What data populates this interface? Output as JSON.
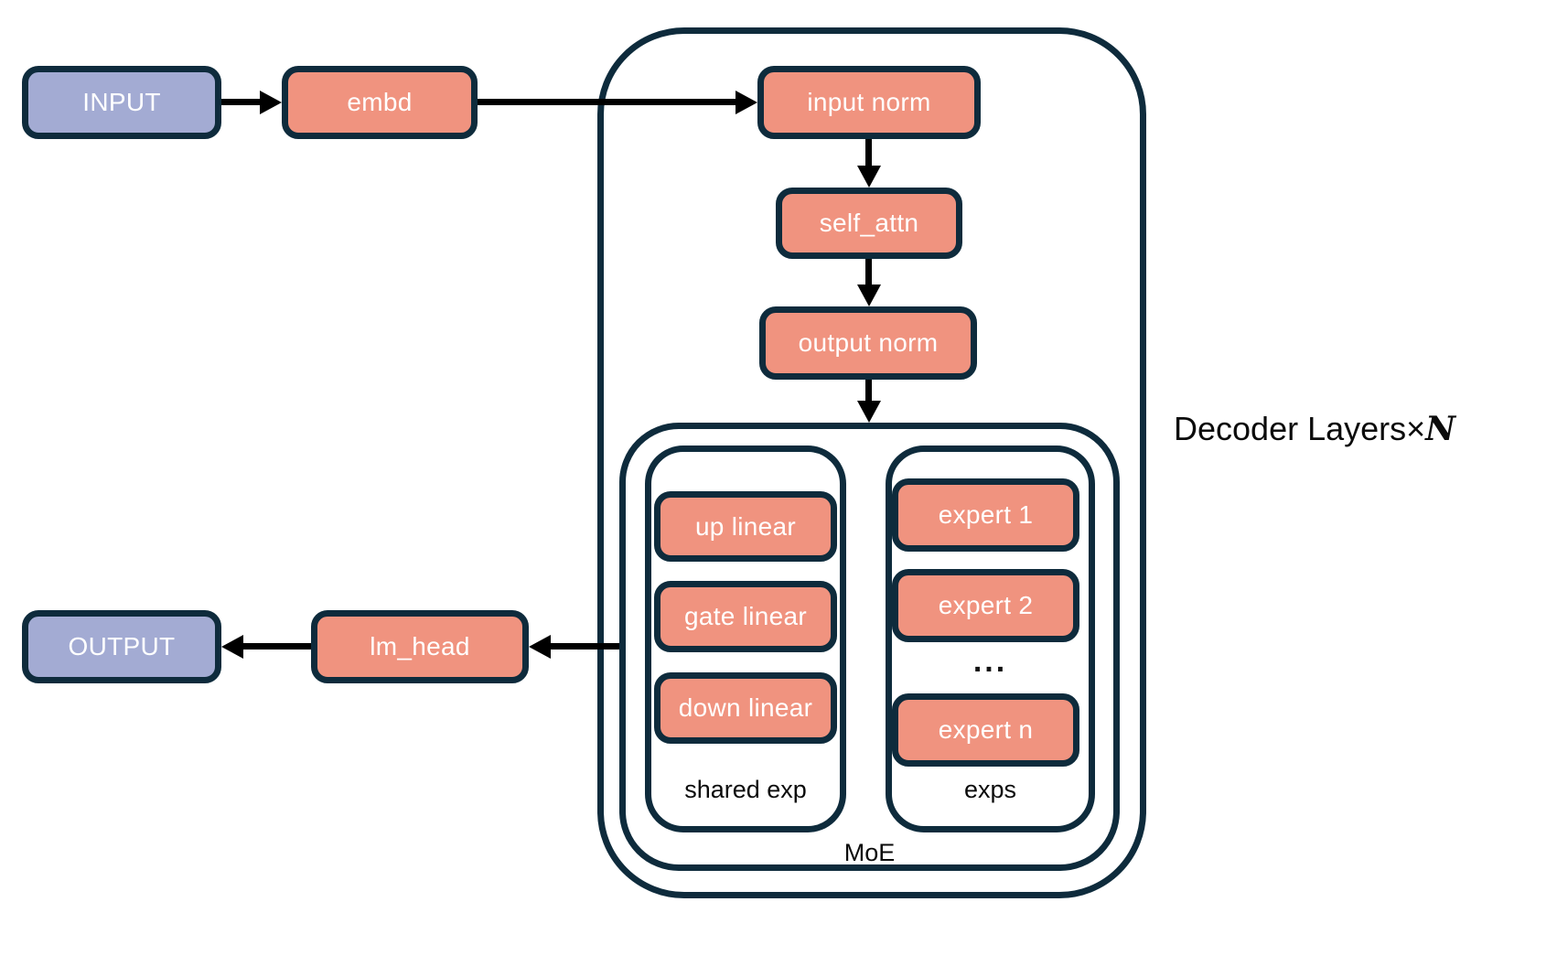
{
  "diagram": {
    "io_nodes": {
      "input": "INPUT",
      "output": "OUTPUT"
    },
    "nodes": {
      "embd": "embd",
      "input_norm": "input norm",
      "self_attn": "self_attn",
      "output_norm": "output norm",
      "up_linear": "up linear",
      "gate_linear": "gate linear",
      "down_linear": "down linear",
      "expert_1": "expert 1",
      "expert_2": "expert 2",
      "expert_ellipsis": "...",
      "expert_n": "expert n",
      "lm_head": "lm_head"
    },
    "containers": {
      "shared_exp": "shared exp",
      "exps": "exps",
      "moe": "MoE",
      "decoder_prefix": "Decoder Layers×",
      "decoder_n": "N"
    },
    "colors": {
      "module_fill": "#f0937f",
      "io_fill": "#a3abd3",
      "outline": "#0e2b3c",
      "arrow": "#000000",
      "label_text": "#0b0b0b"
    }
  }
}
